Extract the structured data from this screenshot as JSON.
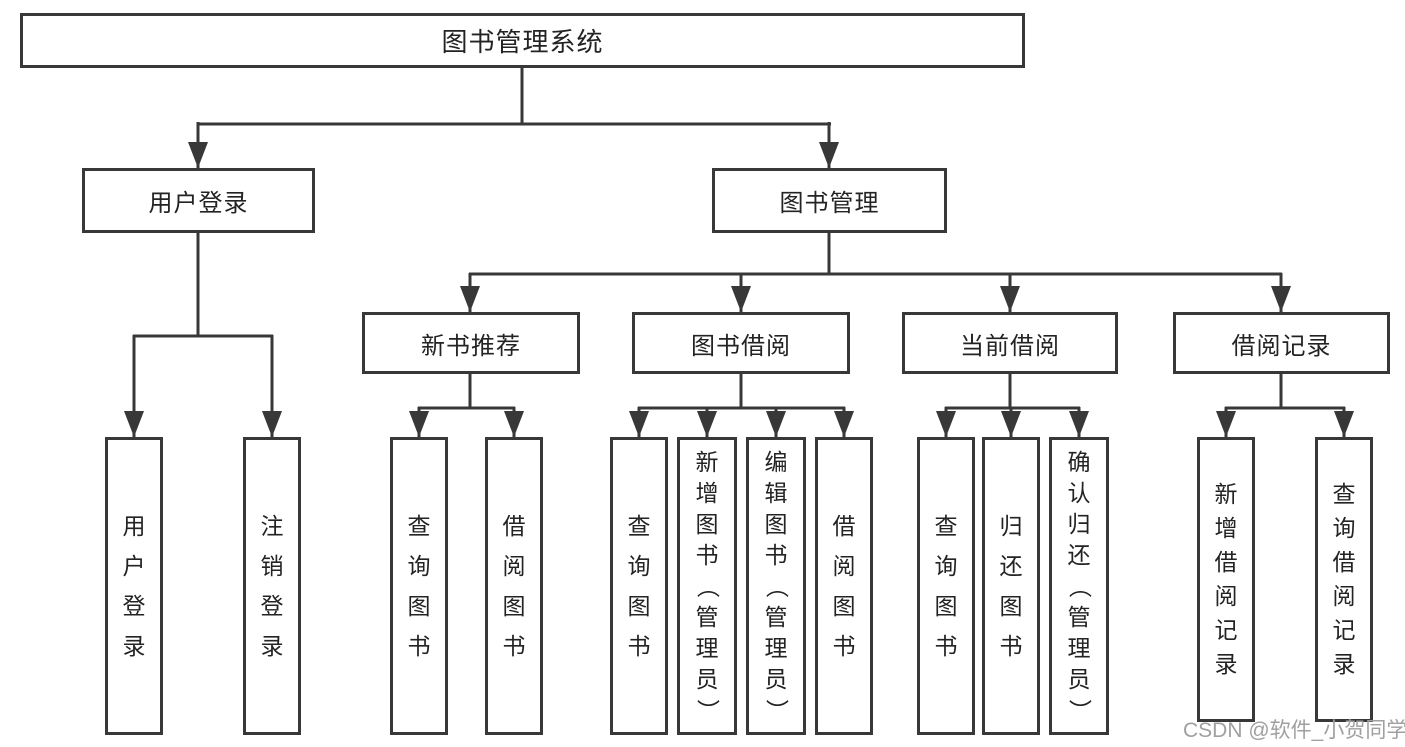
{
  "diagram": {
    "root": {
      "label": "图书管理系统"
    },
    "level2": [
      {
        "label": "用户登录"
      },
      {
        "label": "图书管理"
      }
    ],
    "level3": [
      {
        "label": "新书推荐"
      },
      {
        "label": "图书借阅"
      },
      {
        "label": "当前借阅"
      },
      {
        "label": "借阅记录"
      }
    ],
    "leaves": [
      {
        "label": "用户登录"
      },
      {
        "label": "注销登录"
      },
      {
        "label": "查询图书"
      },
      {
        "label": "借阅图书"
      },
      {
        "label": "查询图书"
      },
      {
        "label": "新增图书（管理员）"
      },
      {
        "label": "编辑图书（管理员）"
      },
      {
        "label": "借阅图书"
      },
      {
        "label": "查询图书"
      },
      {
        "label": "归还图书"
      },
      {
        "label": "确认归还（管理员）"
      },
      {
        "label": "新增借阅记录"
      },
      {
        "label": "查询借阅记录"
      }
    ],
    "watermark": "CSDN @软件_小贺同学",
    "colors": {
      "line": "#383838",
      "text": "#232323",
      "watermark": "#a0a0a0",
      "box_bg": "#ffffff"
    }
  }
}
